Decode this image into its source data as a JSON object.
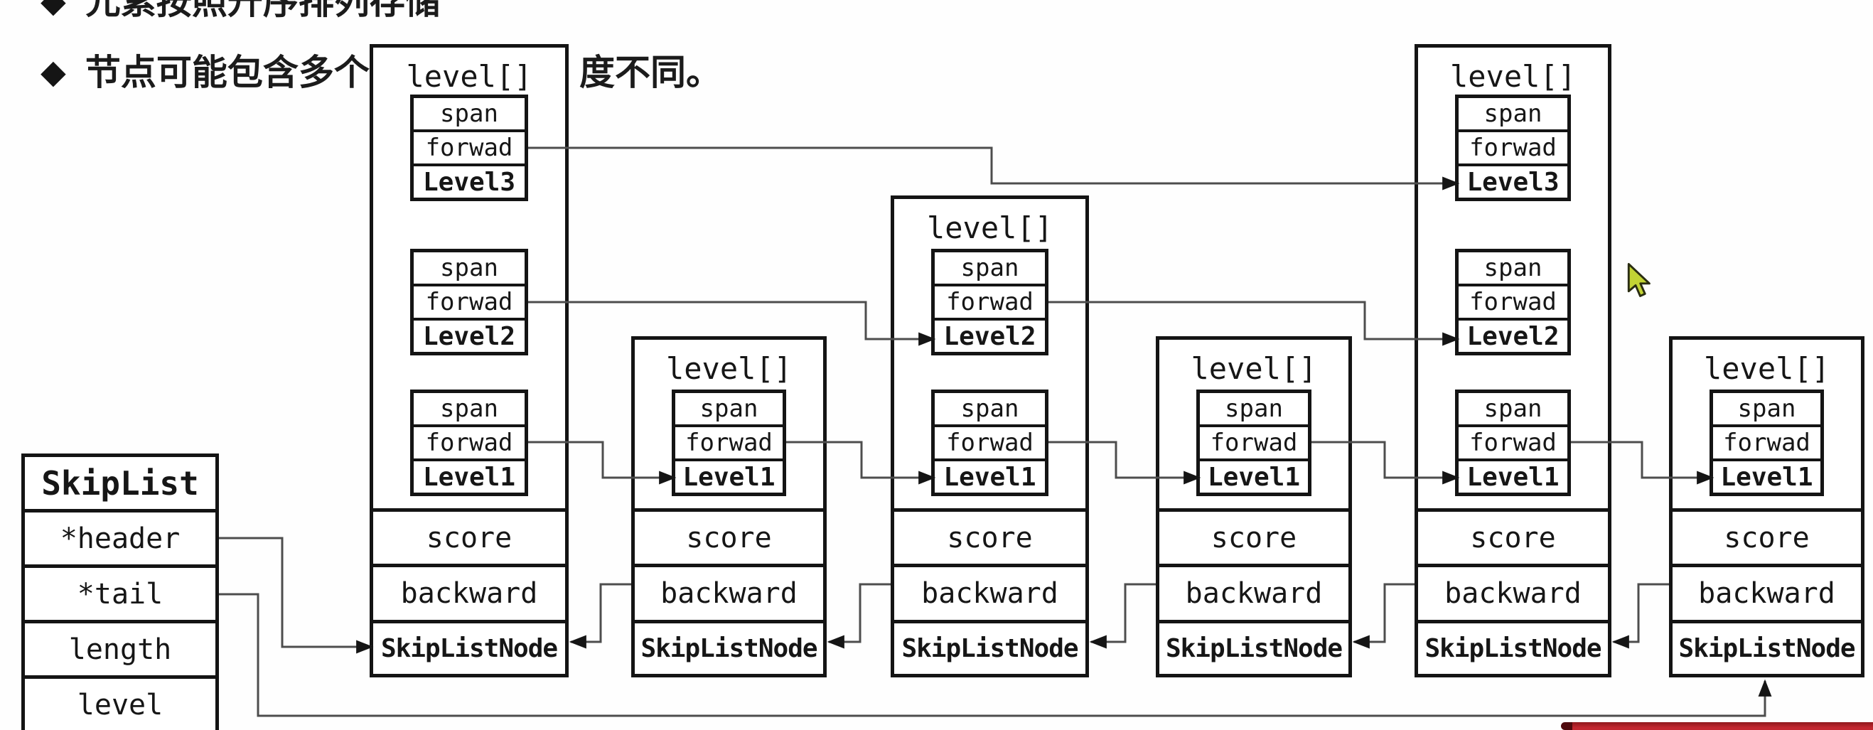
{
  "bullets": [
    {
      "marker": "◆",
      "text": "元素按照升序排列存储"
    },
    {
      "marker": "◆",
      "text": "节点可能包含多个",
      "text_continued": "度不同。"
    }
  ],
  "skiplist_struct": {
    "title": "SkipList",
    "fields": [
      "*header",
      "*tail",
      "length",
      "level"
    ]
  },
  "node_labels": {
    "array_title": "level[]",
    "span": "span",
    "forward": "forwad",
    "score": "score",
    "backward": "backward",
    "type_name": "SkipListNode"
  },
  "nodes": [
    {
      "levels": [
        "Level3",
        "Level2",
        "Level1"
      ]
    },
    {
      "levels": [
        "Level1"
      ]
    },
    {
      "levels": [
        "Level2",
        "Level1"
      ]
    },
    {
      "levels": [
        "Level1"
      ]
    },
    {
      "levels": [
        "Level3",
        "Level2",
        "Level1"
      ]
    },
    {
      "levels": [
        "Level1"
      ]
    }
  ],
  "colors": {
    "box_border": "#141414",
    "connector_line": "#4d4d4d",
    "arrowhead": "#151515",
    "highlight_bar": "#b5242a",
    "cursor_fill": "#c2d334"
  }
}
